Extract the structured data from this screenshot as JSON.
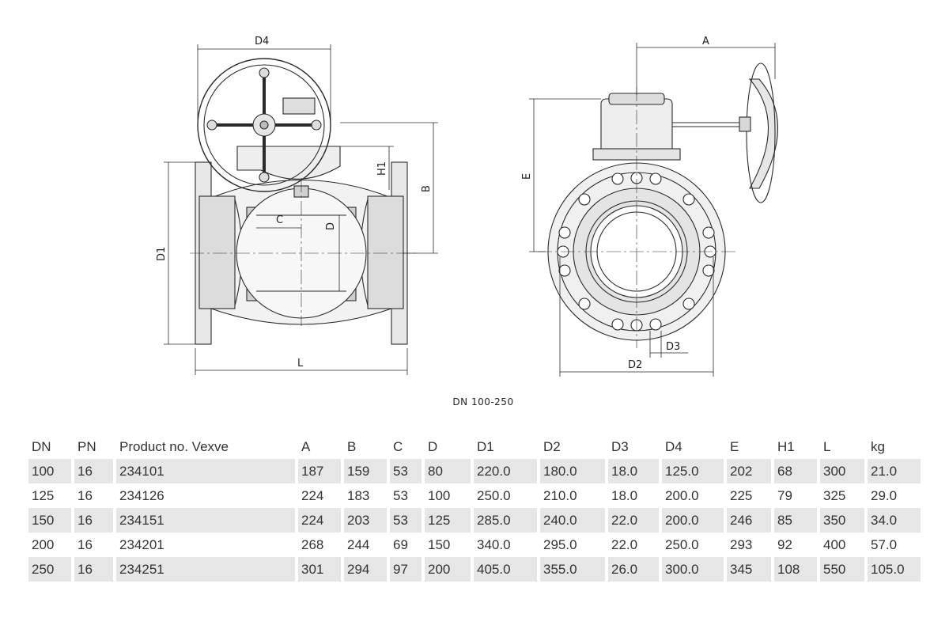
{
  "drawing": {
    "labels": {
      "d4": "D4",
      "a": "A",
      "h1": "H1",
      "b": "B",
      "c": "C",
      "d": "D",
      "d1": "D1",
      "l": "L",
      "e": "E",
      "d2": "D2",
      "d3": "D3"
    }
  },
  "caption": "DN 100-250",
  "table": {
    "headers": [
      "DN",
      "PN",
      "Product no. Vexve",
      "A",
      "B",
      "C",
      "D",
      "D1",
      "D2",
      "D3",
      "D4",
      "E",
      "H1",
      "L",
      "kg"
    ],
    "rows": [
      [
        "100",
        "16",
        "234101",
        "187",
        "159",
        "53",
        "80",
        "220.0",
        "180.0",
        "18.0",
        "125.0",
        "202",
        "68",
        "300",
        "21.0"
      ],
      [
        "125",
        "16",
        "234126",
        "224",
        "183",
        "53",
        "100",
        "250.0",
        "210.0",
        "18.0",
        "200.0",
        "225",
        "79",
        "325",
        "29.0"
      ],
      [
        "150",
        "16",
        "234151",
        "224",
        "203",
        "53",
        "125",
        "285.0",
        "240.0",
        "22.0",
        "200.0",
        "246",
        "85",
        "350",
        "34.0"
      ],
      [
        "200",
        "16",
        "234201",
        "268",
        "244",
        "69",
        "150",
        "340.0",
        "295.0",
        "22.0",
        "250.0",
        "293",
        "92",
        "400",
        "57.0"
      ],
      [
        "250",
        "16",
        "234251",
        "301",
        "294",
        "97",
        "200",
        "405.0",
        "355.0",
        "26.0",
        "300.0",
        "345",
        "108",
        "550",
        "105.0"
      ]
    ]
  }
}
